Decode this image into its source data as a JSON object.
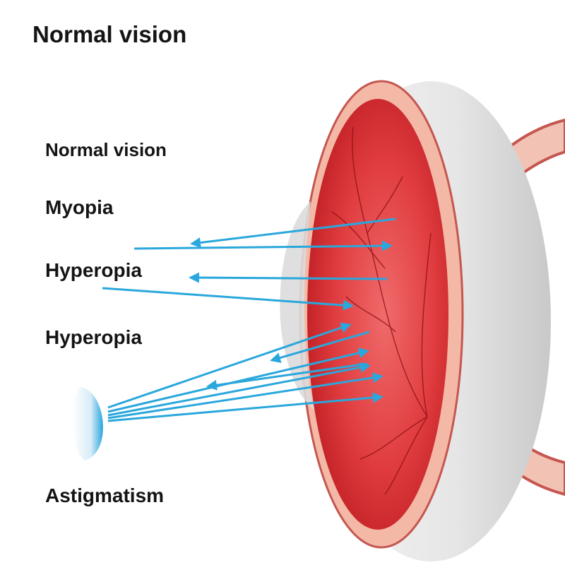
{
  "title": "Normal vision",
  "labels": {
    "normal_vision": "Normal vision",
    "myopia": "Myopia",
    "hyperopia_1": "Hyperopia",
    "hyperopia_2": "Hyperopia",
    "astigmatism": "Astigmatism"
  },
  "colors": {
    "background": "#ffffff",
    "text": "#141414",
    "arrow": "#2aa7dc",
    "sclera": "#d9d9d9",
    "retina": "#c7262b",
    "choroid": "#e8a896",
    "lens": "#cfe6f5"
  },
  "icons": {
    "eye": "eye-cross-section-icon",
    "lens": "corrective-lens-icon",
    "rays": "light-ray-arrows"
  }
}
